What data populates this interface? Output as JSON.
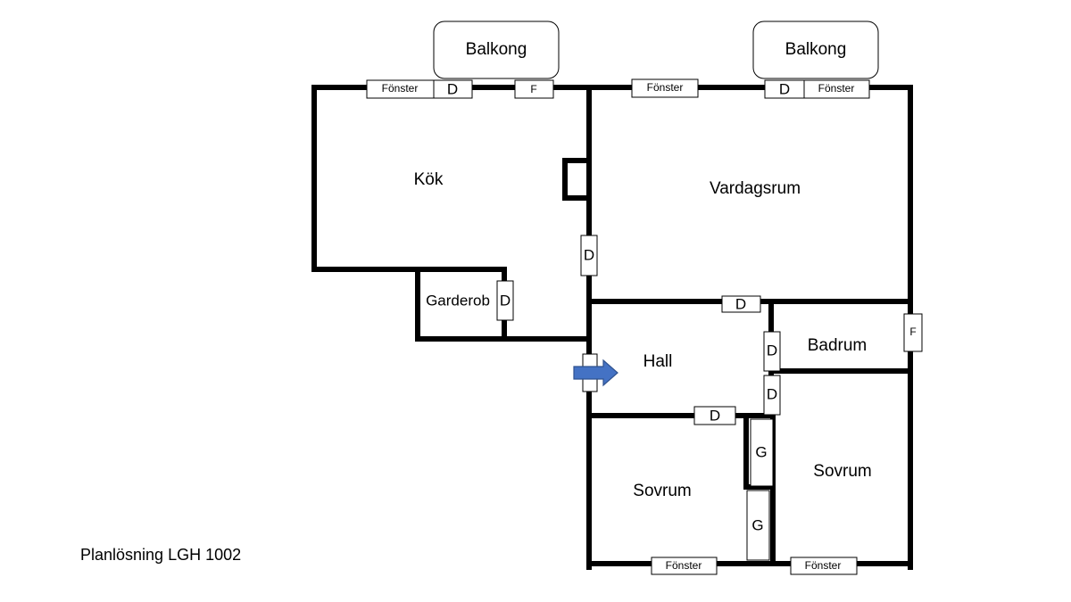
{
  "caption": "Planlösning LGH 1002",
  "rooms": {
    "kitchen": "Kök",
    "living_room": "Vardagsrum",
    "wardrobe": "Garderob",
    "hall": "Hall",
    "bathroom": "Badrum",
    "bedroom_left": "Sovrum",
    "bedroom_right": "Sovrum"
  },
  "balconies": {
    "left": "Balkong",
    "right": "Balkong"
  },
  "symbols": {
    "window": "Fönster",
    "door": "D",
    "small_window": "F",
    "closet": "G"
  },
  "colors": {
    "entrance_arrow": "#4472C4",
    "walls": "#000000"
  },
  "icons": {
    "entrance": "arrow-right-icon"
  }
}
